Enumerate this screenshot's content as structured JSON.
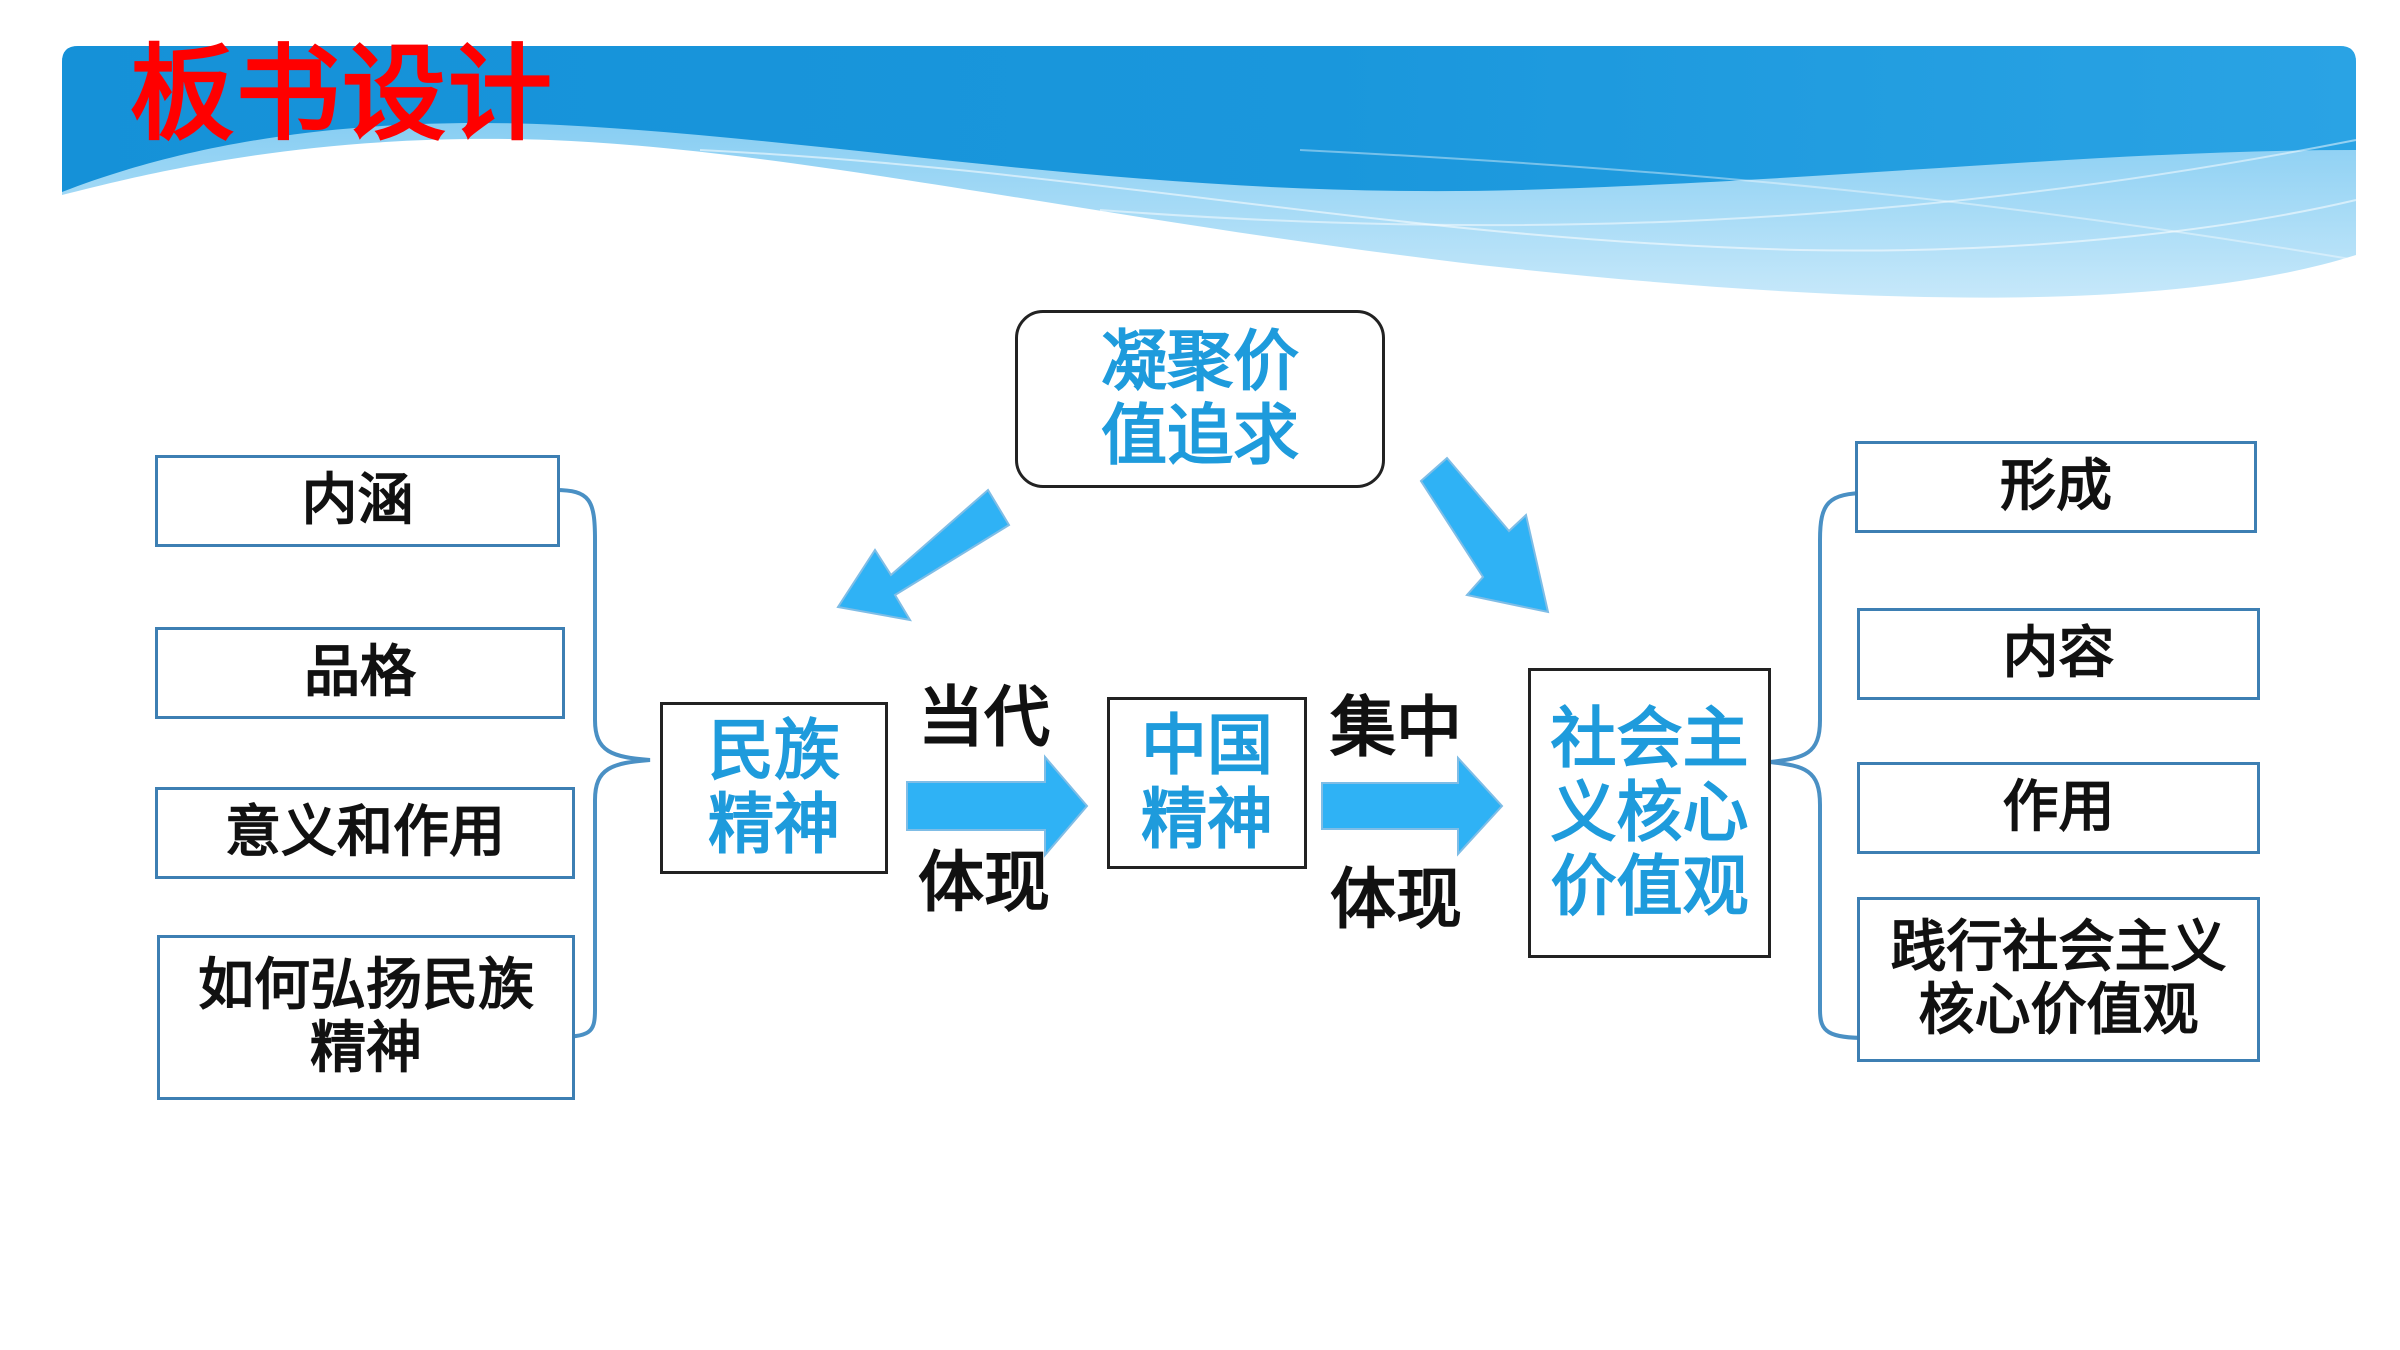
{
  "title": "板书设计",
  "colors": {
    "title": "#ff0000",
    "accent_text": "#1e9bdc",
    "arrow_fill": "#2fb2f5",
    "bracket": "#4a90c4",
    "banner_dark": "#0a86d0",
    "banner_light": "#8fd0f4"
  },
  "top_node": "凝聚价\n值追求",
  "left_items": [
    "内涵",
    "品格",
    "意义和作用",
    "如何弘扬民族\n精神"
  ],
  "center": {
    "national_spirit": "民族\n精神",
    "chinese_spirit": "中国\n精神",
    "core_values": "社会主\n义核心\n价值观"
  },
  "arrow_labels": {
    "first_top": "当代",
    "first_bottom": "体现",
    "second_top": "集中",
    "second_bottom": "体现"
  },
  "right_items": [
    "形成",
    "内容",
    "作用",
    "践行社会主义\n核心价值观"
  ]
}
